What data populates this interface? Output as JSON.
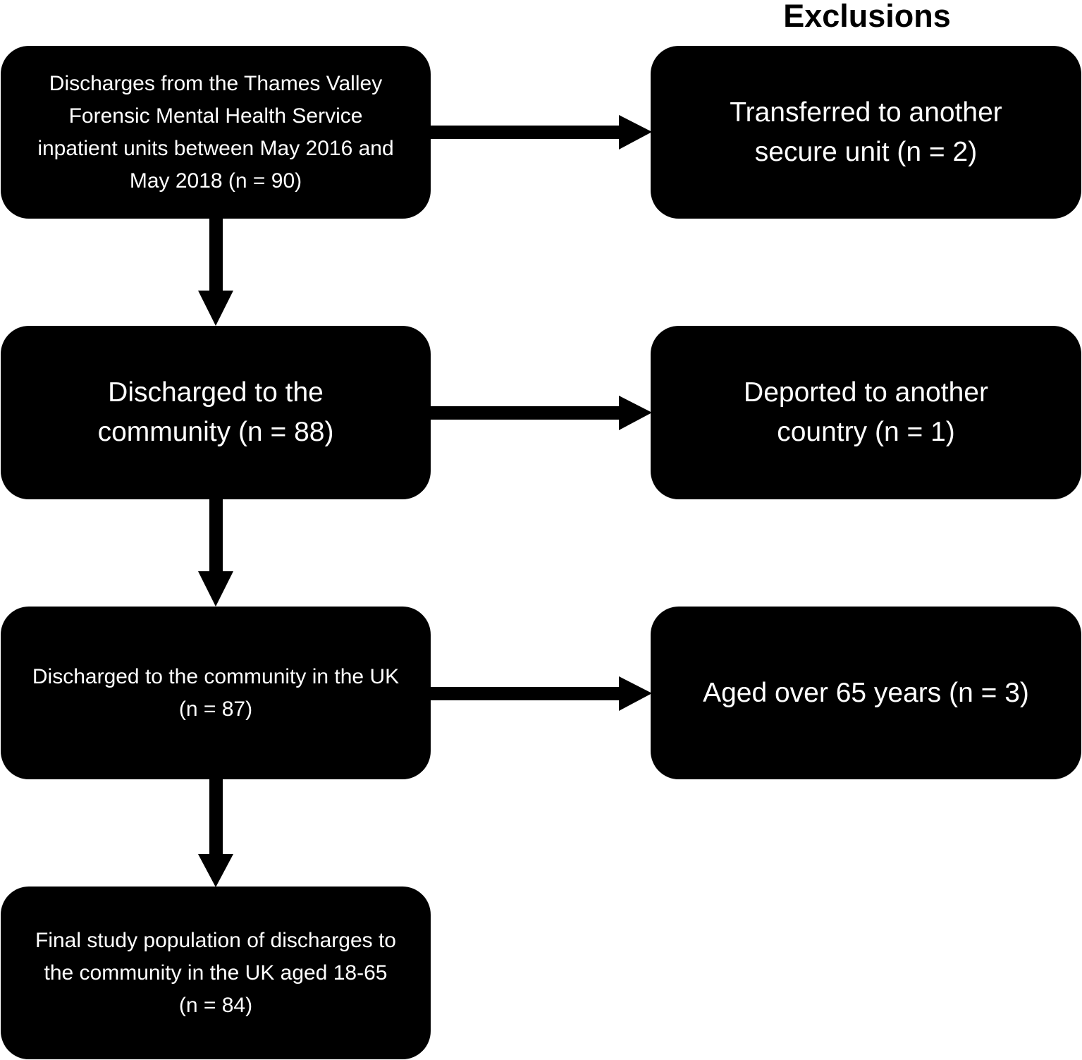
{
  "exclusions_heading": "Exclusions",
  "boxes": {
    "discharges": "Discharges from the Thames Valley Forensic Mental Health Service inpatient units between May 2016 and May 2018 (n = 90)",
    "community": "Discharged to the community (n = 88)",
    "community_uk": "Discharged to the community in the UK (n = 87)",
    "final": "Final study population of discharges to the community in the UK aged 18-65 (n = 84)"
  },
  "exclusions": {
    "transferred": "Transferred to another secure unit (n = 2)",
    "deported": "Deported to another country (n = 1)",
    "aged": "Aged over 65 years (n = 3)"
  }
}
